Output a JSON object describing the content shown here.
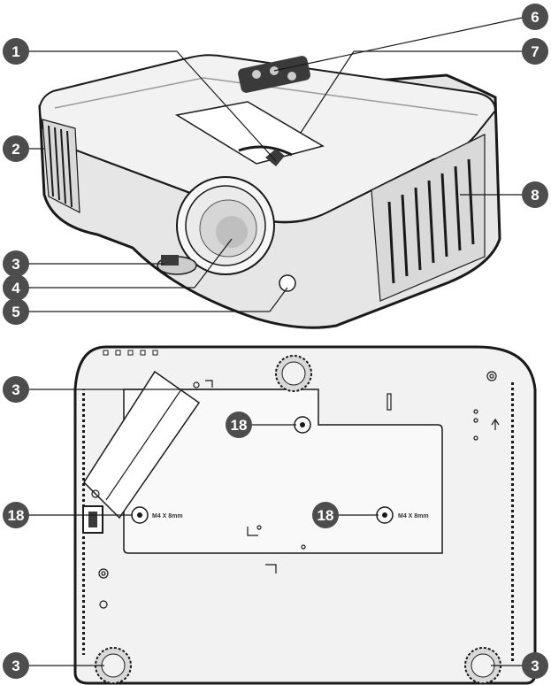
{
  "callouts": {
    "c1": "1",
    "c2": "2",
    "c3a": "3",
    "c4": "4",
    "c5": "5",
    "c6": "6",
    "c7": "7",
    "c8": "8",
    "c3b": "3",
    "c18a": "18",
    "c18b": "18",
    "c18c": "18",
    "c3c": "3",
    "c3d": "3"
  },
  "bottom_labels": {
    "mount_left": "M4 X 8mm",
    "mount_right": "M4 X 8mm"
  },
  "colors": {
    "callout_fill": "#4d4d4d",
    "outline": "#1a1a1a",
    "body_gray": "#f2f2f2"
  }
}
